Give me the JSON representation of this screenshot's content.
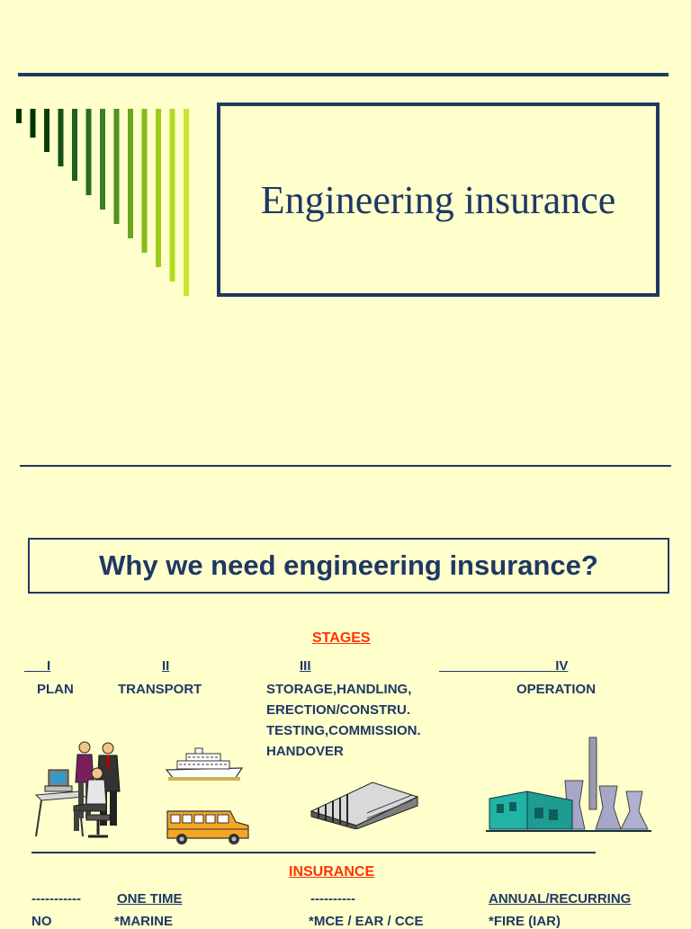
{
  "slide1": {
    "title": "Engineering insurance",
    "stripe_colors": [
      "#003300",
      "#003300",
      "#0b3d0b",
      "#174f17",
      "#1f5f1f",
      "#2b6e1f",
      "#3a7f22",
      "#4f9222",
      "#6aa621",
      "#86bb1d",
      "#9dcc1a",
      "#b2dc1d",
      "#c6e82a"
    ]
  },
  "slide2": {
    "heading": "Why we need engineering  insurance?",
    "stages_label": "STAGES",
    "stages": [
      {
        "numeral": "I",
        "name": "PLAN"
      },
      {
        "numeral": "II",
        "name": "TRANSPORT"
      },
      {
        "numeral": "III",
        "name_lines": [
          "STORAGE,HANDLING,",
          "ERECTION/CONSTRU.",
          "TESTING,COMMISSION.",
          "HANDOVER"
        ]
      },
      {
        "numeral": "IV",
        "name": "OPERATION"
      }
    ],
    "insurance_label": "INSURANCE",
    "insurance_row": {
      "col1": "-----------",
      "col2": "ONE  TIME",
      "col3": "----------",
      "col4": "ANNUAL/RECURRING"
    },
    "insurance_row2": {
      "col1": "NO",
      "col2": "*MARINE",
      "col3": "*MCE / EAR / CCE",
      "col4": "*FIRE (IAR)"
    },
    "icons": [
      "office-workers-icon",
      "ferry-boat-icon",
      "school-bus-icon",
      "warehouse-building-icon",
      "power-plant-icon"
    ]
  }
}
